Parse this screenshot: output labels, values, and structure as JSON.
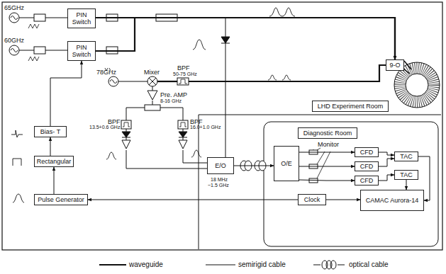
{
  "diagram": {
    "nodes": [
      {
        "text": [
          "PIN Switch"
        ]
      },
      {
        "text": [
          "PIN Switch"
        ]
      },
      {
        "text": [
          "9-O"
        ]
      },
      {
        "text": [
          "LHD Experiment Room"
        ]
      },
      {
        "text": [
          "Bias- T"
        ]
      },
      {
        "text": [
          "Rectangular"
        ]
      },
      {
        "text": [
          "Pulse Generator"
        ]
      },
      {
        "text": [
          "Diagnostic Room"
        ]
      },
      {
        "text": [
          "E/O"
        ]
      },
      {
        "text": [
          "O/E"
        ]
      },
      {
        "text": [
          "CFD"
        ]
      },
      {
        "text": [
          "CFD"
        ]
      },
      {
        "text": [
          "CFD"
        ]
      },
      {
        "text": [
          "TAC"
        ]
      },
      {
        "text": [
          "TAC"
        ]
      },
      {
        "text": [
          "Clock"
        ]
      },
      {
        "text": [
          "CAMAC Aurora-14"
        ]
      }
    ],
    "edges": [
      {
        "from": 0,
        "to": 2,
        "arrow": "to"
      },
      {
        "from": 1,
        "to": 2,
        "arrow": "to"
      },
      {
        "from": 6,
        "to": 5,
        "arrow": "to"
      },
      {
        "from": 5,
        "to": 4,
        "arrow": "to"
      },
      {
        "from": 4,
        "to": 1,
        "arrow": "to"
      },
      {
        "from": 8,
        "to": 9,
        "arrow": "to"
      },
      {
        "from": 9,
        "to": 10,
        "arrow": "to"
      },
      {
        "from": 9,
        "to": 11,
        "arrow": "to"
      },
      {
        "from": 9,
        "to": 12,
        "arrow": "to"
      },
      {
        "from": 10,
        "to": 13,
        "arrow": "to"
      },
      {
        "from": 11,
        "to": 13,
        "arrow": "to"
      },
      {
        "from": 12,
        "to": 14,
        "arrow": "to"
      },
      {
        "from": 13,
        "to": 16,
        "arrow": "to"
      },
      {
        "from": 14,
        "to": 16,
        "arrow": "to"
      },
      {
        "from": 15,
        "to": 6,
        "arrow": "to"
      },
      {
        "from": 15,
        "to": 16,
        "arrow": "to"
      }
    ],
    "labels": [
      "65GHz",
      "60GHz",
      "78GHz",
      "Mixer",
      "BPF",
      "50-75 GHz",
      "Pre. AMP",
      "8-16 GHz",
      "BPF",
      "13.5+0.6 GHz",
      "BPF",
      "16.0+1.0 GHz",
      "Monitor",
      "18 MHz",
      "~1.5 GHz"
    ],
    "legend": [
      {
        "text": "waveguide"
      },
      {
        "text": "semirigid cable"
      },
      {
        "text": "optical cable"
      }
    ]
  }
}
